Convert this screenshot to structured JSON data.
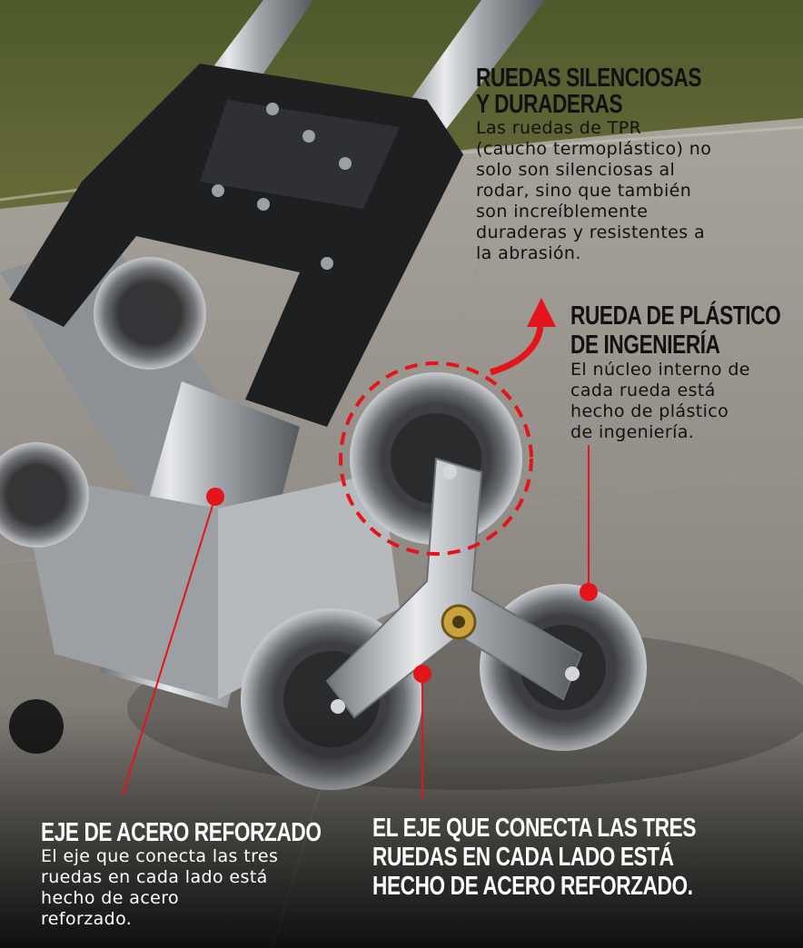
{
  "colors": {
    "accent_red": "#e3141c",
    "text_dark": "#111111",
    "text_light": "#ffffff"
  },
  "callouts": {
    "silent_wheels": {
      "title": "RUEDAS SILENCIOSAS Y DURADERAS",
      "body": "Las ruedas de TPR\n(caucho termoplástico) no\nsolo son silenciosas al\nrodar, sino que también\nson increíblemente\nduraderas y resistentes a\nla abrasión."
    },
    "plastic_wheel": {
      "title": "RUEDA DE PLÁSTICO DE INGENIERÍA",
      "body": "El núcleo interno de\ncada rueda está\nhecho de plástico\nde ingeniería."
    },
    "steel_axle": {
      "title": "EJE DE ACERO REFORZADO",
      "body": "El eje que conecta las tres\nruedas en cada lado está\nhecho de acero\nreforzado."
    },
    "axle_note": {
      "title": "EL EJE QUE CONECTA LAS TRES RUEDAS EN CADA LADO ESTÁ HECHO DE ACERO REFORZADO."
    }
  }
}
